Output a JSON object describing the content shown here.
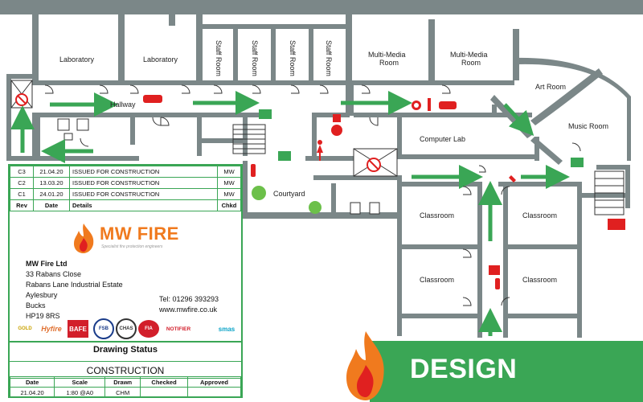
{
  "rooms": {
    "lab1": "Laboratory",
    "lab2": "Laboratory",
    "staff1": "Staff Room",
    "staff2": "Staff Room",
    "staff3": "Staff Room",
    "staff4": "Staff Room",
    "mm1_l1": "Multi-Media",
    "mm1_l2": "Room",
    "mm2_l1": "Multi-Media",
    "mm2_l2": "Room",
    "art": "Art Room",
    "music": "Music Room",
    "hallway": "Hallway",
    "computer_lab": "Computer Lab",
    "courtyard": "Courtyard",
    "class1": "Classroom",
    "class2": "Classroom",
    "class3": "Classroom",
    "class4": "Classroom"
  },
  "revisions": {
    "rows": [
      {
        "rev": "C3",
        "date": "21.04.20",
        "details": "ISSUED FOR CONSTRUCTION",
        "chkd": "MW"
      },
      {
        "rev": "C2",
        "date": "13.03.20",
        "details": "ISSUED FOR CONSTRUCTION",
        "chkd": "MW"
      },
      {
        "rev": "C1",
        "date": "24.01.20",
        "details": "ISSUED FOR CONSTRUCTION",
        "chkd": "MW"
      }
    ],
    "headers": {
      "rev": "Rev",
      "date": "Date",
      "details": "Details",
      "chkd": "Chkd"
    }
  },
  "company": {
    "logo_text": "MW FIRE",
    "tagline": "Specialist fire protection engineers",
    "name": "MW Fire Ltd",
    "addr1": "33 Rabans Close",
    "addr2": "Rabans Lane Industrial Estate",
    "addr3": "Aylesbury",
    "addr4": "Bucks",
    "addr5": "HP19 8RS",
    "tel": "Tel: 01296 393293",
    "web": "www.mwfire.co.uk"
  },
  "accreditations": [
    "GOLD",
    "Hyfire",
    "BAFE",
    "FSB",
    "CHAS",
    "FIA",
    "NOTIFIER",
    "smas"
  ],
  "drawing": {
    "status_title": "Drawing Status",
    "status_value": "CONSTRUCTION",
    "headers": {
      "date": "Date",
      "scale": "Scale",
      "drawn": "Drawn",
      "checked": "Checked",
      "approved": "Approved"
    },
    "values": {
      "date": "21.04.20",
      "scale": "1:80 @A0",
      "drawn": "CHM",
      "checked": "",
      "approved": ""
    }
  },
  "banner": {
    "label": "DESIGN"
  },
  "colors": {
    "wall": "#7b8788",
    "arrow": "#3aa655",
    "fire_red": "#e02020",
    "orange": "#f07a1e",
    "banner": "#3aa655"
  }
}
